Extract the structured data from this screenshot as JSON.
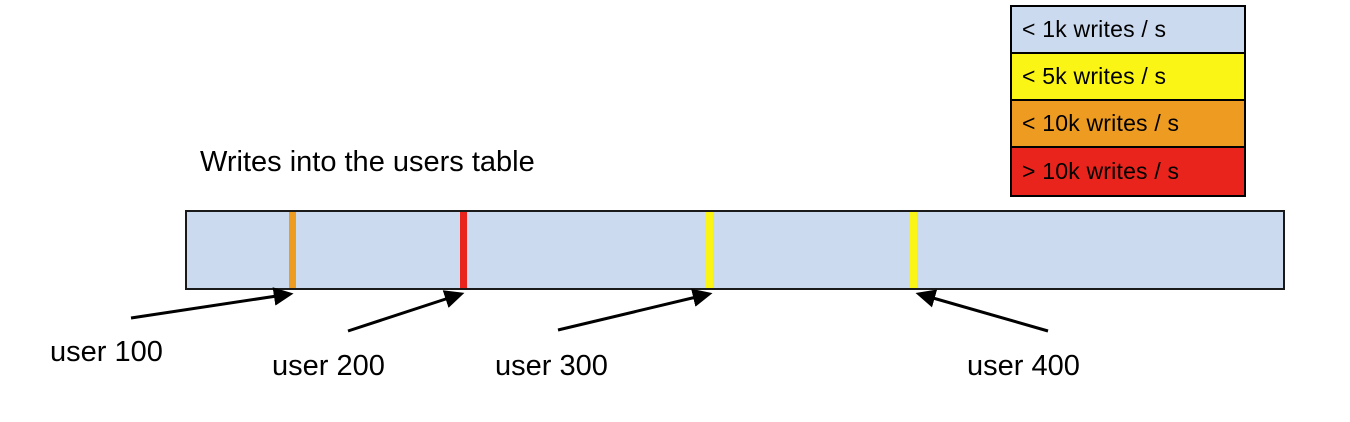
{
  "chart_data": {
    "type": "bar",
    "title": "Writes into the users table",
    "xlabel": "",
    "ylabel": "",
    "description": "Single horizontal range bar representing the users table keyspace, shaded by write throughput, with four user row markers called out by arrows.",
    "base_color": "#ccdaef",
    "base_category": "< 1k writes / s",
    "categories": [
      "user 100",
      "user 200",
      "user 300",
      "user 400"
    ],
    "markers": [
      {
        "label": "user 100",
        "position_pct": 9.6,
        "color": "#ee9b22",
        "category": "< 10k writes / s"
      },
      {
        "label": "user 200",
        "position_pct": 25.2,
        "color": "#e8241c",
        "category": "> 10k writes / s"
      },
      {
        "label": "user 300",
        "position_pct": 47.7,
        "color": "#faf514",
        "category": "< 5k writes / s"
      },
      {
        "label": "user 400",
        "position_pct": 66.3,
        "color": "#faf514",
        "category": "< 5k writes / s"
      }
    ],
    "legend_position": "top-right",
    "grid": false
  },
  "title": {
    "text": "Writes into the users table"
  },
  "bar": {
    "fill": "#ccdaef",
    "stroke": "#1a1a1a"
  },
  "legend": {
    "rows": [
      {
        "label": "< 1k writes / s",
        "color": "#ccdaef"
      },
      {
        "label": "< 5k writes / s",
        "color": "#faf514"
      },
      {
        "label": "< 10k writes / s",
        "color": "#ee9b22"
      },
      {
        "label": "> 10k writes / s",
        "color": "#e8241c"
      }
    ]
  },
  "callouts": [
    {
      "label": "user 100",
      "color": "#ee9b22"
    },
    {
      "label": "user 200",
      "color": "#e8241c"
    },
    {
      "label": "user 300",
      "color": "#faf514"
    },
    {
      "label": "user 400",
      "color": "#faf514"
    }
  ]
}
